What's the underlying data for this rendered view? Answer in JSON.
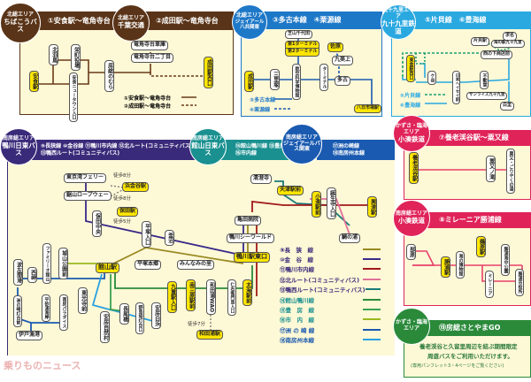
{
  "north1": {
    "area": "北総エリア",
    "operator": "ちばこうバス",
    "route": "①安食駅～竜角寺台",
    "color": "#5a3418",
    "stations": [
      "安食駅",
      "北羽鳥",
      "栄町役場",
      "安食ニュータウン入口",
      "房総のむら",
      "竜角寺台車庫",
      "竜角寺台二丁目",
      "成田駅西口"
    ],
    "legend": [
      "①安食駅～竜角寺台",
      "②成田駅～竜角寺台"
    ]
  },
  "north2": {
    "area": "北総エリア",
    "operator": "千葉交通",
    "route": "②成田駅～竜角寺台"
  },
  "jr_north": {
    "area": "北総エリア",
    "operator": "ジェイアール八共関東",
    "route": "③多古本線　④栗源線",
    "color": "#1e78c8",
    "stations": [
      "芝山千代田",
      "第1ターミナル",
      "第2ターミナル",
      "成田駅",
      "三里塚",
      "航空科学博物館",
      "ターミナル",
      "佐原",
      "九美上",
      "多古",
      "八日市場駅"
    ],
    "legend": [
      "③多古本線",
      "④栗源線"
    ]
  },
  "kujukuri": {
    "area": "九十九里エリア",
    "operator": "九十九里鉄道",
    "route": "⑤片貝線　⑥豊海線",
    "color": "#2aa8e0",
    "stations": [
      "東金駅西口",
      "求名",
      "片貝駅",
      "海の駅九十九里",
      "西の下商店前",
      "ケ谷",
      "日本ヘイセイ前",
      "不動堂",
      "サンライズ九十九里",
      "白里"
    ],
    "legend": [
      "⑤片貝線",
      "⑥豊海線"
    ]
  },
  "south_kamogawa": {
    "area": "南房総エリア",
    "operator": "鴨川日東バス",
    "routes1": "⑨長狭線 ⑩金谷線 ⑪鴨川市内線 ⑫北ルート(コミュニティバス)",
    "routes2": "⑬鴨西ルート(コミュニティバス)",
    "color": "#3a2a7a"
  },
  "south_tateyama": {
    "area": "南房総エリア",
    "operator": "館山日東バス",
    "routes1": "⑭館山鴨川線 ⑮豊房線",
    "routes2": "⑯市内線",
    "color": "#1a9090"
  },
  "south_jr": {
    "area": "南房総エリア",
    "operator": "ジェイアールバス関東",
    "routes1": "⑰洲の崎線",
    "routes2": "⑱南房州本線",
    "color": "#1a5ab0"
  },
  "south_stations": [
    "東京湾フェリー",
    "浜金谷駅",
    "鋸山ロープウェー",
    "保田駅",
    "保田中央",
    "平塚入口",
    "釜沼",
    "亀田病院",
    "鴨川シーワールド",
    "清澄寺",
    "天津駅前",
    "小湊駅前",
    "誕生寺入口",
    "鯛の浦",
    "興津駅",
    "館山駅",
    "鴨川駅東口",
    "平塚本郷",
    "みんなみの里",
    "城山公園前",
    "ファミリーオ館山",
    "西岬",
    "波左間港",
    "洲の崎灯台前",
    "伊戸漁港",
    "平砂浦海岸",
    "南房パラダイス",
    "東光寺前",
    "安房自然村",
    "長尾橋",
    "野島埼灯台口",
    "安房白浜",
    "九重駅入口",
    "南三原駅前",
    "和田浦WAO",
    "和田浦駅",
    "仁右衛門島入口",
    "太海駅前"
  ],
  "walk_notes": [
    "徒歩8分",
    "徒歩8分",
    "徒歩5分",
    "徒歩7分"
  ],
  "south_legend": [
    {
      "label": "⑨長　狭　線",
      "color": "#9a8a22"
    },
    {
      "label": "⑩金　谷　線",
      "color": "#3a2a8a"
    },
    {
      "label": "⑪鴨川市内線",
      "color": "#a01818"
    },
    {
      "label": "⑫北ルート(コミュニティバス)",
      "color": "#e0709a"
    },
    {
      "label": "⑬鴨西ルート(コミュニティバス)",
      "color": "#1a7a7a"
    },
    {
      "label": "⑭館山鴨川線",
      "color": "#2a8a3a"
    },
    {
      "label": "⑮豊　房　線",
      "color": "#3aa050"
    },
    {
      "label": "⑯市　内　線",
      "color": "#9ab820"
    },
    {
      "label": "⑰洲 の 崎 線",
      "color": "#1a5ab0"
    },
    {
      "label": "⑱南房州本線",
      "color": "#2aa0e0"
    }
  ],
  "kominato1": {
    "area": "かずさ・臨海エリア",
    "operator": "小湊鉄道",
    "route": "⑦養老渓谷駅～粟又線",
    "color": "#e0245a",
    "stations": [
      "養老渓谷駅",
      "粟又ノ滝",
      "粟又・ごりやくの湯"
    ]
  },
  "kominato2": {
    "area": "南房総エリア",
    "operator": "小湊鉄道",
    "route": "⑧ミレーニア勝浦線",
    "color": "#e0245a",
    "stations": [
      "部原",
      "勝浦駅",
      "海の博物館",
      "鵜原駅",
      "勝浦海中公園",
      "ミレーニア",
      "勝浦市役所"
    ]
  },
  "satoyama": {
    "area": "かずさ・臨海エリア",
    "route": "⑲房総さとやまGO",
    "color": "#2a8a3a",
    "text1": "養老渓谷と久留里周辺を結ぶ期間限定",
    "text2": "周遊バスをご利用いただけます。",
    "text3": "(専用パンフレット3・4ページをご覧ください)"
  },
  "watermark": "乗りものニュース"
}
